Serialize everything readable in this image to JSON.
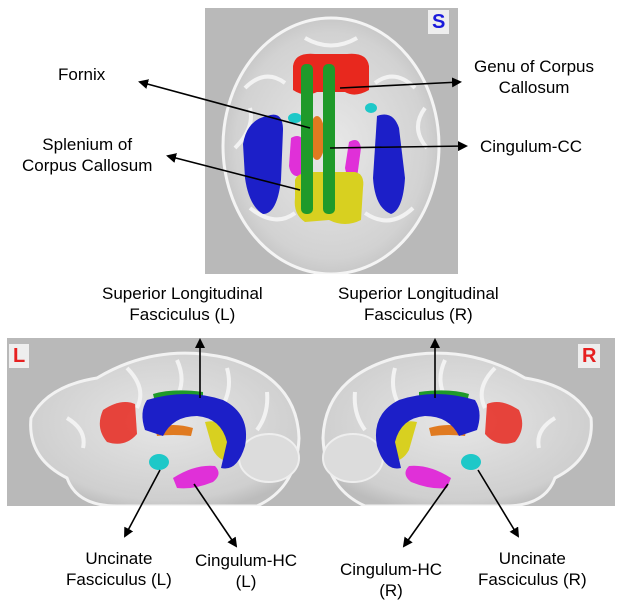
{
  "orientation": {
    "superior": "S",
    "left": "L",
    "right": "R"
  },
  "labels": {
    "fornix": "Fornix",
    "genu": [
      "Genu of Corpus",
      "Callosum"
    ],
    "splenium": [
      "Splenium of",
      "Corpus Callosum"
    ],
    "cingulum_cc": "Cingulum-CC",
    "slf_left": [
      "Superior Longitudinal",
      "Fasciculus (L)"
    ],
    "slf_right": [
      "Superior Longitudinal",
      "Fasciculus (R)"
    ],
    "uncinate_left": [
      "Uncinate",
      "Fasciculus (L)"
    ],
    "cingulum_hc_left": [
      "Cingulum-HC",
      "(L)"
    ],
    "cingulum_hc_right": [
      "Cingulum-HC",
      "(R)"
    ],
    "uncinate_right": [
      "Uncinate",
      "Fasciculus (R)"
    ]
  },
  "colors": {
    "genu": "#e8281e",
    "cingulum_cc": "#1f9a2a",
    "fornix": "#e07a20",
    "splenium": "#d8d020",
    "slf": "#1c1fc8",
    "cingulum_hc": "#e030d8",
    "uncinate": "#1ec8c8"
  }
}
